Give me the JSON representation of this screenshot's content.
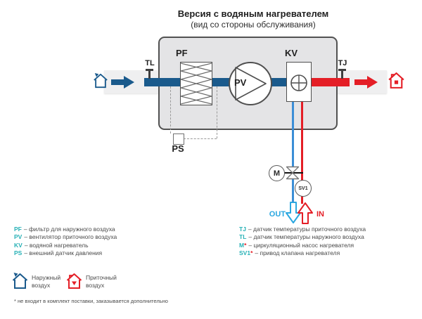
{
  "header": {
    "title": "Версия с водяным нагревателем",
    "subtitle": "(вид со стороны обслуживания)"
  },
  "diagram": {
    "filter_label": "PF",
    "fan_label": "PV",
    "heater_label": "KV",
    "pressure_sensor_label": "PS",
    "outdoor_temp_sensor_label": "TL",
    "supply_temp_sensor_label": "TJ",
    "pump_label": "M",
    "valve_actuator_label": "SV1",
    "water_out_label": "OUT",
    "water_in_label": "IN"
  },
  "legend_left": [
    {
      "abbr": "PF",
      "desc": "– фильтр для наружного воздуха"
    },
    {
      "abbr": "PV",
      "desc": "– вентилятор приточного воздуха"
    },
    {
      "abbr": "KV",
      "desc": "– водяной нагреватель"
    },
    {
      "abbr": "PS",
      "desc": "– внешний датчик давления"
    }
  ],
  "legend_right": [
    {
      "abbr": "TJ",
      "star": "",
      "desc": "– датчик температуры приточного воздуха"
    },
    {
      "abbr": "TL",
      "star": "",
      "desc": "– датчик температуры наружного воздуха"
    },
    {
      "abbr": "M",
      "star": "*",
      "desc": "– циркуляционный насос нагревателя"
    },
    {
      "abbr": "SV1",
      "star": "*",
      "desc": "– привод клапана нагревателя"
    }
  ],
  "air_types": [
    {
      "label": "Наружный воздух"
    },
    {
      "label": "Приточный воздух"
    }
  ],
  "footnote": "* не входит в комплект поставки, заказывается дополнительно",
  "colors": {
    "outdoor_air": "#1a5a8c",
    "supply_air": "#e41e26",
    "return_pipe": "#3b8ed6",
    "out_arrow": "#2aa7e0",
    "accent_teal": "#27b1b6"
  }
}
